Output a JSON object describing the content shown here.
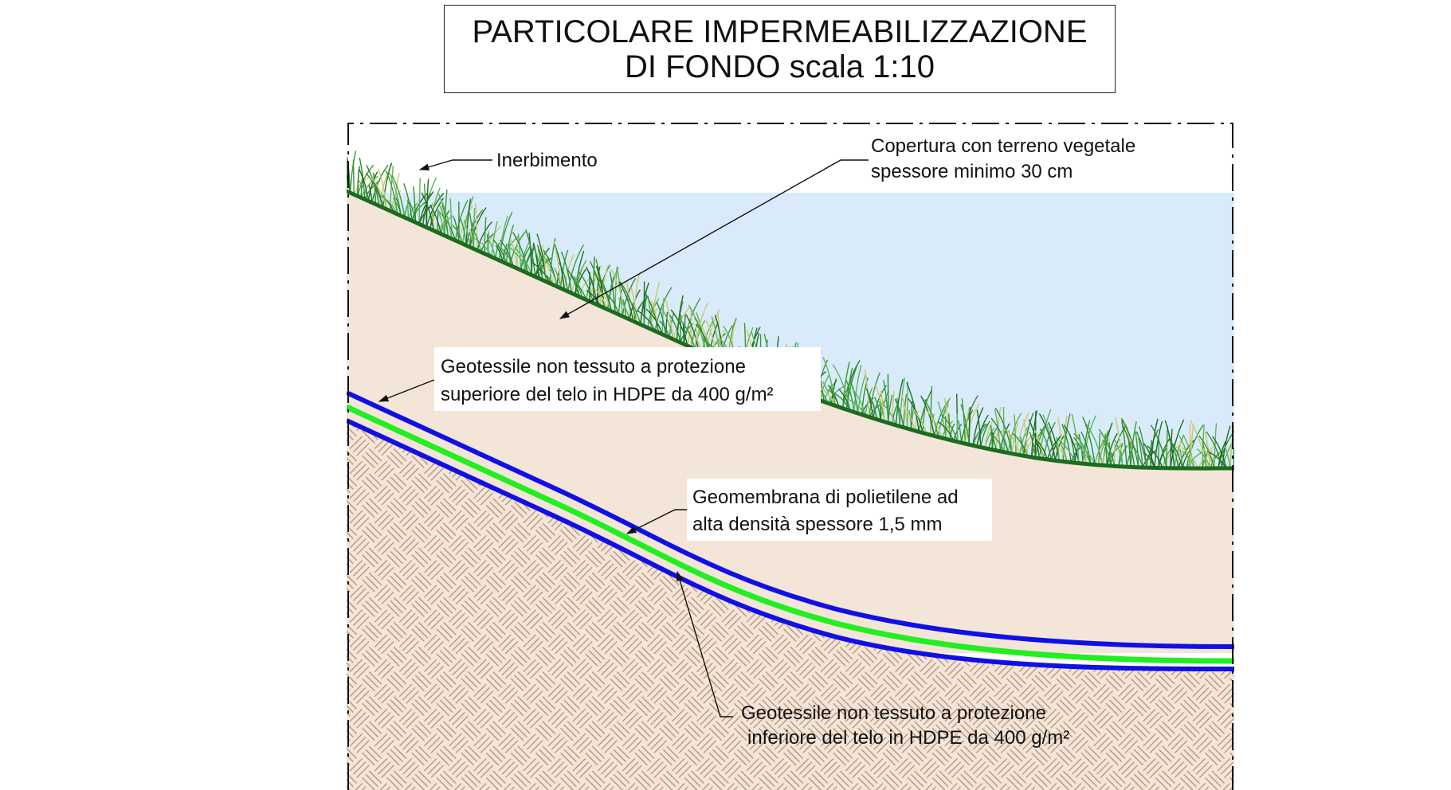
{
  "title": {
    "line1": "PARTICOLARE IMPERMEABILIZZAZIONE",
    "line2": "DI FONDO scala 1:10"
  },
  "labels": {
    "inerbimento": "Inerbimento",
    "copertura_line1": "Copertura con terreno vegetale",
    "copertura_line2": "spessore minimo 30 cm",
    "geotessile_sup_line1": "Geotessile non tessuto a protezione",
    "geotessile_sup_line2": "superiore del telo in HDPE da 400 g/m²",
    "geomembrana_line1": "Geomembrana di polietilene ad",
    "geomembrana_line2": "alta densità spessore 1,5 mm",
    "geotessile_inf_line1": "Geotessile non tessuto a protezione",
    "geotessile_inf_line2": "inferiore del telo in HDPE da 400 g/m²"
  },
  "colors": {
    "sky": "#d9ebfb",
    "soil": "#f3e5d8",
    "subsoil_hatch": "#b08a72",
    "grass_line": "#1d6b1d",
    "grass_blades": "#3a9a3a",
    "geotextile": "#1010e6",
    "geomembrane": "#22ee22"
  }
}
